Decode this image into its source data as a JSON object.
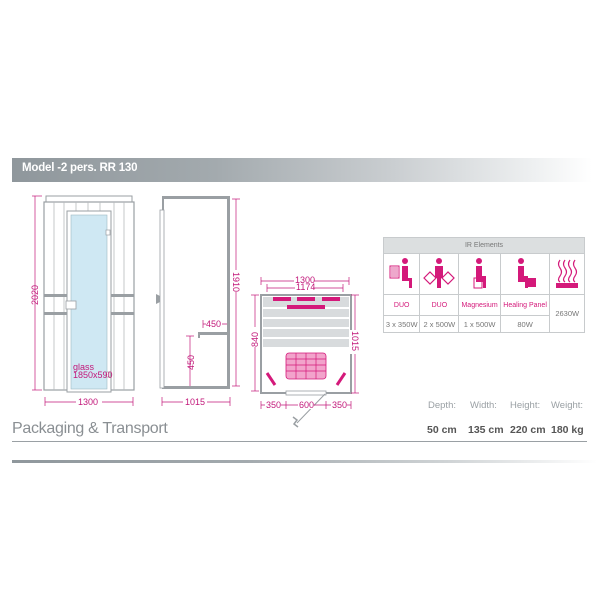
{
  "banner": {
    "title": "Model -2 pers. RR 130"
  },
  "front_view": {
    "height_label": "2020",
    "width_label": "1300",
    "glass_label": "glass",
    "glass_size": "1850x590"
  },
  "side_view": {
    "height_label": "1910",
    "bench_depth_label": "450",
    "bench_height_label": "450",
    "width_label": "1015"
  },
  "top_view": {
    "outer_width_label": "1300",
    "inner_width_label": "1174",
    "depth_left_label": "840",
    "depth_right_label": "1015",
    "bottom_left_label": "350",
    "bottom_center_label": "600",
    "bottom_right_label": "350"
  },
  "ir_table": {
    "header": "IR Elements",
    "columns": [
      {
        "icon": "person-back-heater-icon",
        "label": "DUO",
        "value": "3 x 350W"
      },
      {
        "icon": "person-side-heaters-icon",
        "label": "DUO",
        "value": "2 x 500W"
      },
      {
        "icon": "person-magnesium-icon",
        "label": "Magnesium",
        "value": "1 x 500W"
      },
      {
        "icon": "person-healing-panel-icon",
        "label": "Healing Panel",
        "value": "80W"
      },
      {
        "icon": "heat-waves-icon",
        "label": "",
        "value": "2630W"
      }
    ]
  },
  "packaging": {
    "title": "Packaging & Transport",
    "specs": [
      {
        "label": "Depth:",
        "value": "50 cm"
      },
      {
        "label": "Width:",
        "value": "135 cm"
      },
      {
        "label": "Height:",
        "value": "220 cm"
      },
      {
        "label": "Weight:",
        "value": "180 kg"
      }
    ]
  },
  "colors": {
    "accent": "#d4197a",
    "frame": "#9a9fa3",
    "glass": "#cfe8f3"
  }
}
